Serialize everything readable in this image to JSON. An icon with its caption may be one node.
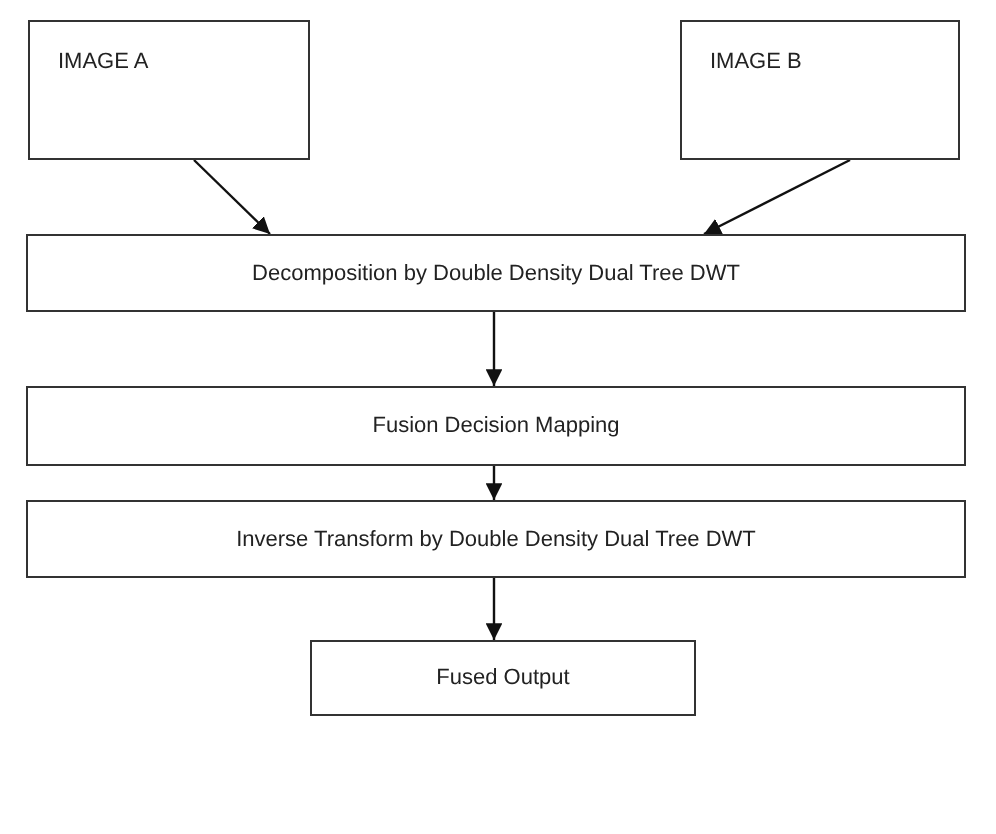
{
  "diagram": {
    "nodes": [
      {
        "text": [
          "IMAGE A"
        ]
      },
      {
        "text": [
          "IMAGE B"
        ]
      },
      {
        "text": [
          "Decomposition  by Double Density Dual Tree DWT"
        ]
      },
      {
        "text": [
          "Fusion Decision Mapping"
        ]
      },
      {
        "text": [
          "Inverse Transform by Double Density Dual Tree DWT"
        ]
      },
      {
        "text": [
          "Fused Output"
        ]
      }
    ],
    "edges": [
      {
        "from": 0,
        "to": 2,
        "arrow": "to"
      },
      {
        "from": 1,
        "to": 2,
        "arrow": "to"
      },
      {
        "from": 2,
        "to": 3,
        "arrow": "to"
      },
      {
        "from": 3,
        "to": 4,
        "arrow": "to"
      },
      {
        "from": 4,
        "to": 5,
        "arrow": "to"
      }
    ]
  }
}
